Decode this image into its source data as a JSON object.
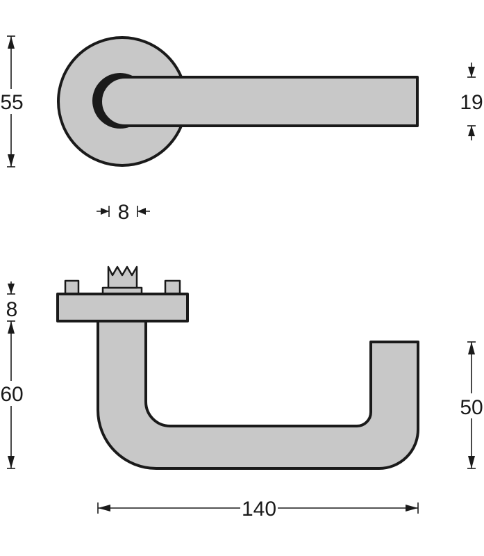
{
  "drawing": {
    "subject": "lever-door-handle",
    "part_fill": "#c8c8c8",
    "line_color": "#1a1a1a",
    "background": "#ffffff"
  },
  "dimensions": {
    "rose_diameter": "55",
    "lever_thickness": "19",
    "rose_gap": "8",
    "rose_height": "8",
    "handle_projection": "60",
    "grip_drop": "50",
    "lever_length": "140"
  }
}
